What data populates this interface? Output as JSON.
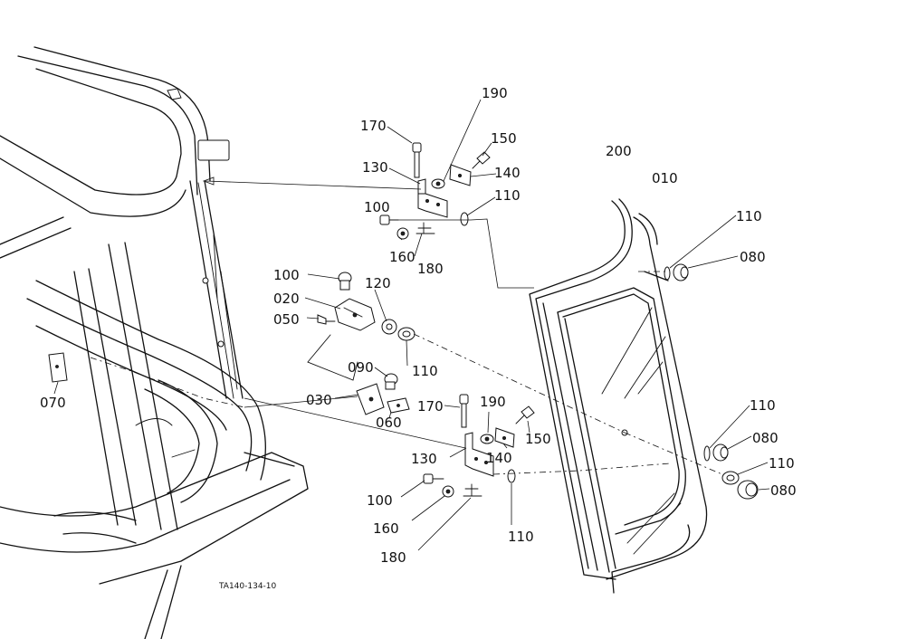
{
  "diagram": {
    "reference_code": "TA140-134-10",
    "labels": {
      "p170_top": "170",
      "p190_top": "190",
      "p150_top": "150",
      "p130_top": "130",
      "p140_top": "140",
      "p100_top": "100",
      "p110_top": "110",
      "p160_top": "160",
      "p180_top": "180",
      "p200": "200",
      "p010": "010",
      "p110_right_top": "110",
      "p080_right_top": "080",
      "p100_mid": "100",
      "p020": "020",
      "p050": "050",
      "p120": "120",
      "p110_mid": "110",
      "p090": "090",
      "p030": "030",
      "p060": "060",
      "p070": "070",
      "p170_bot": "170",
      "p190_bot": "190",
      "p150_bot": "150",
      "p140_bot": "140",
      "p130_bot": "130",
      "p100_bot": "100",
      "p160_bot": "160",
      "p180_bot": "180",
      "p110_bot": "110",
      "p110_right_mid": "110",
      "p080_right_mid": "080",
      "p110_right_bot": "110",
      "p080_right_bot": "080"
    }
  }
}
